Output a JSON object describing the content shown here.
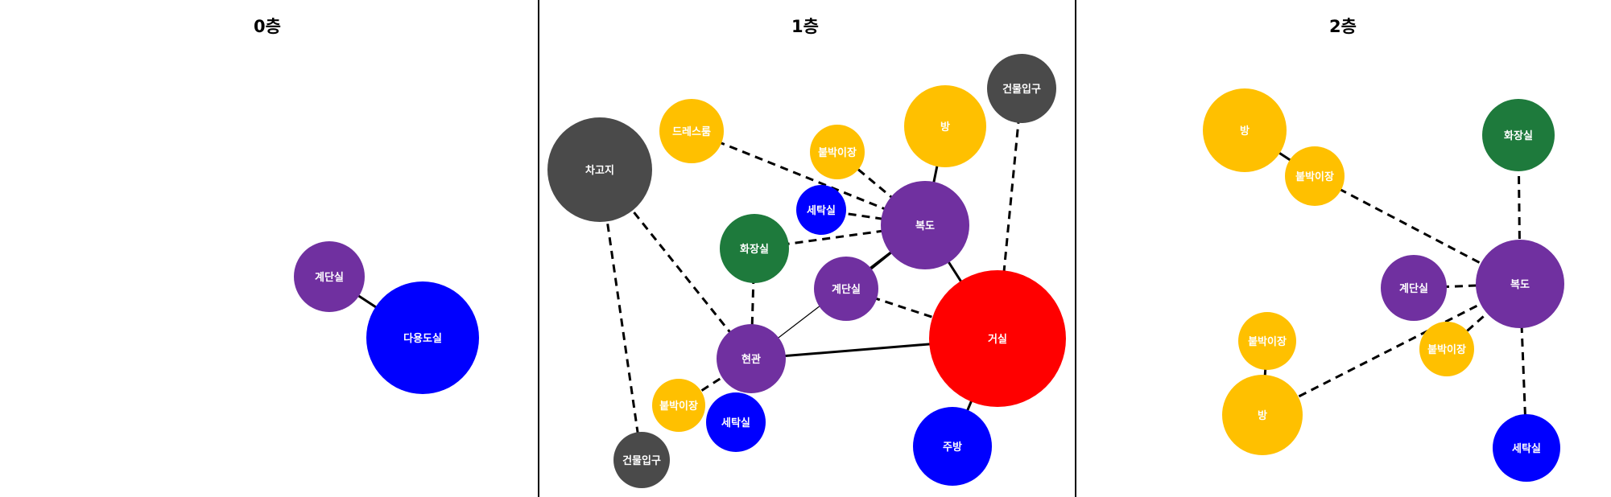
{
  "colors": {
    "purple": "#7030a0",
    "blue": "#0000ff",
    "yellow": "#ffc000",
    "green": "#1e7a3c",
    "gray": "#4a4a4a",
    "red": "#ff0000"
  },
  "panels": [
    {
      "id": "floor-0",
      "title": "0층",
      "nodes": [
        {
          "id": "stair",
          "label": "계단실",
          "color": "purple"
        },
        {
          "id": "multi",
          "label": "다용도실",
          "color": "blue"
        }
      ],
      "edges": [
        {
          "from": "stair",
          "to": "multi",
          "style": "solid"
        }
      ]
    },
    {
      "id": "floor-1",
      "title": "1층",
      "nodes": [
        {
          "id": "garage",
          "label": "차고지",
          "color": "gray"
        },
        {
          "id": "dress",
          "label": "드레스룸",
          "color": "yellow"
        },
        {
          "id": "closet1",
          "label": "붙박이장",
          "color": "yellow"
        },
        {
          "id": "room",
          "label": "방",
          "color": "yellow"
        },
        {
          "id": "entrance-top",
          "label": "건물입구",
          "color": "gray"
        },
        {
          "id": "laundry-top",
          "label": "세탁실",
          "color": "blue"
        },
        {
          "id": "hall",
          "label": "복도",
          "color": "purple"
        },
        {
          "id": "toilet",
          "label": "화장실",
          "color": "green"
        },
        {
          "id": "stair",
          "label": "계단실",
          "color": "purple"
        },
        {
          "id": "living",
          "label": "거실",
          "color": "red"
        },
        {
          "id": "foyer",
          "label": "현관",
          "color": "purple"
        },
        {
          "id": "closet2",
          "label": "붙박이장",
          "color": "yellow"
        },
        {
          "id": "laundry-bottom",
          "label": "세탁실",
          "color": "blue"
        },
        {
          "id": "entrance-bottom",
          "label": "건물입구",
          "color": "gray"
        },
        {
          "id": "kitchen",
          "label": "주방",
          "color": "blue"
        }
      ],
      "edges": [
        {
          "from": "dress",
          "to": "hall",
          "style": "dashed"
        },
        {
          "from": "closet1",
          "to": "hall",
          "style": "dashed"
        },
        {
          "from": "laundry-top",
          "to": "hall",
          "style": "dashed"
        },
        {
          "from": "toilet",
          "to": "hall",
          "style": "dashed"
        },
        {
          "from": "room",
          "to": "hall",
          "style": "solid"
        },
        {
          "from": "hall",
          "to": "living",
          "style": "solid"
        },
        {
          "from": "hall",
          "to": "stair",
          "style": "solid"
        },
        {
          "from": "hall",
          "to": "foyer",
          "style": "thin"
        },
        {
          "from": "entrance-top",
          "to": "living",
          "style": "dashed"
        },
        {
          "from": "stair",
          "to": "living",
          "style": "dashed"
        },
        {
          "from": "garage",
          "to": "foyer",
          "style": "dashed"
        },
        {
          "from": "garage",
          "to": "entrance-bottom",
          "style": "dashed"
        },
        {
          "from": "toilet",
          "to": "foyer",
          "style": "dashed"
        },
        {
          "from": "foyer",
          "to": "living",
          "style": "solid"
        },
        {
          "from": "closet2",
          "to": "foyer",
          "style": "dashed"
        },
        {
          "from": "living",
          "to": "kitchen",
          "style": "solid"
        }
      ]
    },
    {
      "id": "floor-2",
      "title": "2층",
      "nodes": [
        {
          "id": "room-top",
          "label": "방",
          "color": "yellow"
        },
        {
          "id": "closet-top",
          "label": "붙박이장",
          "color": "yellow"
        },
        {
          "id": "toilet",
          "label": "화장실",
          "color": "green"
        },
        {
          "id": "stair",
          "label": "계단실",
          "color": "purple"
        },
        {
          "id": "hall",
          "label": "복도",
          "color": "purple"
        },
        {
          "id": "closet-mid",
          "label": "붙박이장",
          "color": "yellow"
        },
        {
          "id": "closet-left",
          "label": "붙박이장",
          "color": "yellow"
        },
        {
          "id": "room-bottom",
          "label": "방",
          "color": "yellow"
        },
        {
          "id": "laundry",
          "label": "세탁실",
          "color": "blue"
        }
      ],
      "edges": [
        {
          "from": "room-top",
          "to": "closet-top",
          "style": "solid"
        },
        {
          "from": "closet-top",
          "to": "hall",
          "style": "dashed"
        },
        {
          "from": "toilet",
          "to": "hall",
          "style": "dashed"
        },
        {
          "from": "stair",
          "to": "hall",
          "style": "dashed"
        },
        {
          "from": "closet-mid",
          "to": "hall",
          "style": "dashed"
        },
        {
          "from": "room-bottom",
          "to": "hall",
          "style": "dashed"
        },
        {
          "from": "hall",
          "to": "laundry",
          "style": "dashed"
        },
        {
          "from": "closet-left",
          "to": "room-bottom",
          "style": "solid"
        }
      ]
    }
  ]
}
